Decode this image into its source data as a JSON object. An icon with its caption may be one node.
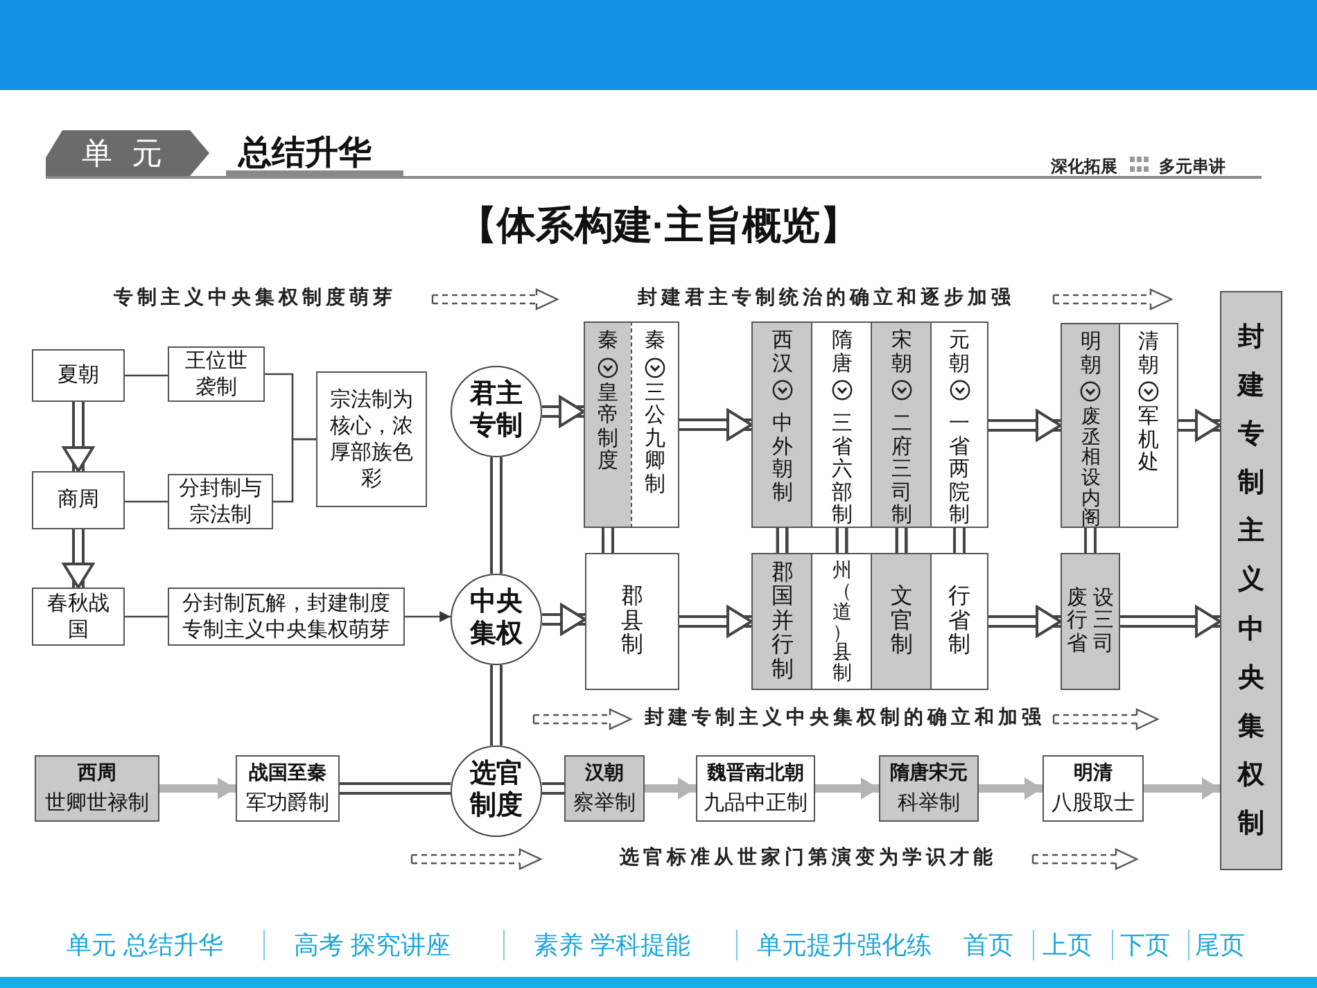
{
  "diagram": {
    "title": "【体系构建·主旨概览】",
    "nodes": [
      {
        "text": [
          "夏朝"
        ]
      },
      {
        "text": [
          "王位世袭制"
        ]
      },
      {
        "text": [
          "宗法制为核心，浓厚部族色彩"
        ]
      },
      {
        "text": [
          "商周"
        ]
      },
      {
        "text": [
          "分封制与宗法制"
        ]
      },
      {
        "text": [
          "春秋战国"
        ]
      },
      {
        "text": [
          "分封制瓦解，封建制度专制主义中央集权萌芽"
        ]
      },
      {
        "text": [
          "君主专制"
        ]
      },
      {
        "text": [
          "中央集权"
        ]
      },
      {
        "text": [
          "选官制度"
        ]
      },
      {
        "text": [
          "秦",
          "皇帝制度"
        ]
      },
      {
        "text": [
          "秦",
          "三公九卿制"
        ]
      },
      {
        "text": [
          "郡县制"
        ]
      },
      {
        "text": [
          "西汉",
          "中外朝制"
        ]
      },
      {
        "text": [
          "隋唐",
          "三省六部制"
        ]
      },
      {
        "text": [
          "宋朝",
          "二府三司制"
        ]
      },
      {
        "text": [
          "元朝",
          "一省两院制"
        ]
      },
      {
        "text": [
          "郡国并行制"
        ]
      },
      {
        "text": [
          "州（道）县制"
        ]
      },
      {
        "text": [
          "文官制"
        ]
      },
      {
        "text": [
          "行省制"
        ]
      },
      {
        "text": [
          "明朝",
          "废丞相设内阁"
        ]
      },
      {
        "text": [
          "清朝",
          "军机处"
        ]
      },
      {
        "text": [
          "废行省",
          "设三司"
        ]
      },
      {
        "text": [
          "封建专制主义中央集权制"
        ]
      },
      {
        "text": [
          "西周",
          "世卿世禄制"
        ]
      },
      {
        "text": [
          "战国至秦",
          "军功爵制"
        ]
      },
      {
        "text": [
          "汉朝",
          "察举制"
        ]
      },
      {
        "text": [
          "魏晋南北朝",
          "九品中正制"
        ]
      },
      {
        "text": [
          "隋唐宋元",
          "科举制"
        ]
      },
      {
        "text": [
          "明清",
          "八股取士"
        ]
      }
    ],
    "edges": [
      {
        "from": 0,
        "to": 1,
        "arrow": "none"
      },
      {
        "from": 3,
        "to": 4,
        "arrow": "none"
      },
      {
        "from": 1,
        "to": 2,
        "arrow": "none"
      },
      {
        "from": 4,
        "to": 2,
        "arrow": "none"
      },
      {
        "from": 0,
        "to": 3,
        "arrow": "to",
        "style": "thick"
      },
      {
        "from": 3,
        "to": 5,
        "arrow": "to",
        "style": "thick"
      },
      {
        "from": 5,
        "to": 6,
        "arrow": "none"
      },
      {
        "from": 6,
        "to": 8,
        "arrow": "to"
      },
      {
        "from": 7,
        "to": 8,
        "arrow": "none",
        "style": "thick"
      },
      {
        "from": 8,
        "to": 9,
        "arrow": "none",
        "style": "thick"
      },
      {
        "from": 7,
        "to": 10,
        "arrow": "to",
        "style": "thick"
      },
      {
        "from": 8,
        "to": 12,
        "arrow": "to",
        "style": "thick"
      },
      {
        "from": 11,
        "to": 13,
        "arrow": "to",
        "style": "thick"
      },
      {
        "from": 12,
        "to": 17,
        "arrow": "to",
        "style": "thick"
      },
      {
        "from": 16,
        "to": 21,
        "arrow": "to",
        "style": "thick"
      },
      {
        "from": 20,
        "to": 23,
        "arrow": "to",
        "style": "thick"
      },
      {
        "from": 22,
        "to": 24,
        "arrow": "to",
        "style": "thick"
      },
      {
        "from": 23,
        "to": 24,
        "arrow": "to",
        "style": "thick"
      },
      {
        "from": 10,
        "to": 12,
        "arrow": "none",
        "style": "thick"
      },
      {
        "from": 13,
        "to": 17,
        "arrow": "none",
        "style": "thick"
      },
      {
        "from": 14,
        "to": 18,
        "arrow": "none",
        "style": "thick"
      },
      {
        "from": 15,
        "to": 19,
        "arrow": "none",
        "style": "thick"
      },
      {
        "from": 16,
        "to": 20,
        "arrow": "none",
        "style": "thick"
      },
      {
        "from": 21,
        "to": 23,
        "arrow": "none",
        "style": "thick"
      },
      {
        "from": 25,
        "to": 26,
        "arrow": "to",
        "style": "thick",
        "color": "#b4b4b4"
      },
      {
        "from": 26,
        "to": 9,
        "arrow": "none",
        "style": "thick"
      },
      {
        "from": 9,
        "to": 27,
        "arrow": "none",
        "style": "thick"
      },
      {
        "from": 27,
        "to": 28,
        "arrow": "to",
        "style": "thick",
        "color": "#b4b4b4"
      },
      {
        "from": 28,
        "to": 29,
        "arrow": "to",
        "style": "thick",
        "color": "#b4b4b4"
      },
      {
        "from": 29,
        "to": 30,
        "arrow": "to",
        "style": "thick",
        "color": "#b4b4b4"
      },
      {
        "from": 30,
        "to": 24,
        "arrow": "to",
        "style": "thick",
        "color": "#b4b4b4"
      }
    ],
    "labels": [
      "单元",
      "总结升华",
      "深化拓展",
      "多元串讲",
      "专制主义中央集权制度萌芽",
      "封建君主专制统治的确立和逐步加强",
      "封建专制主义中央集权制的确立和加强",
      "选官标准从世家门第演变为学识才能",
      "单元 总结升华",
      "高考 探究讲座",
      "素养 学科提能",
      "单元提升强化练",
      "首页",
      "上页",
      "下页",
      "尾页"
    ]
  }
}
